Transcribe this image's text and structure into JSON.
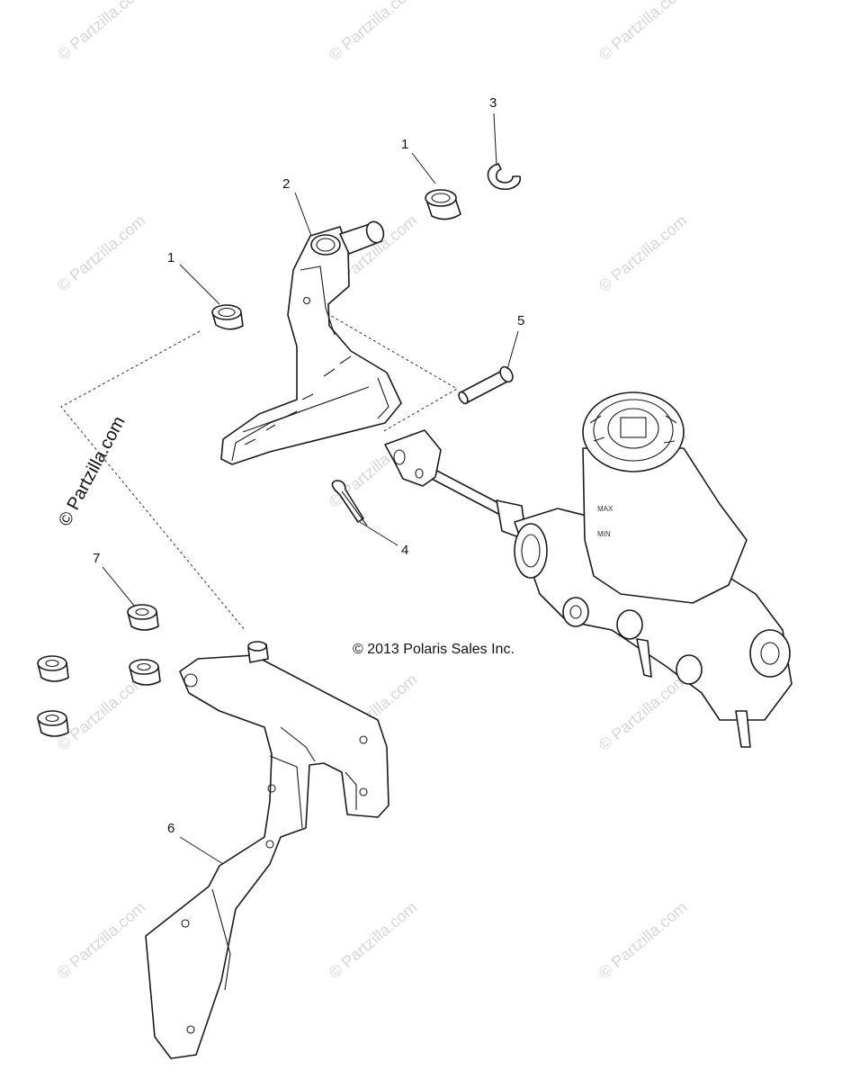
{
  "callouts": {
    "c1a": "1",
    "c1b": "1",
    "c2": "2",
    "c3": "3",
    "c4": "4",
    "c5": "5",
    "c6": "6",
    "c7": "7"
  },
  "copyright": "© 2013 Polaris Sales Inc.",
  "side_watermark": "© Partzilla.com",
  "watermark_text": "© Partzilla.com",
  "reservoir_labels": {
    "max": "MAX",
    "min": "MIN"
  },
  "colors": {
    "line": "#1a1a1a",
    "watermark": "#d6d6d6",
    "background": "#ffffff"
  }
}
